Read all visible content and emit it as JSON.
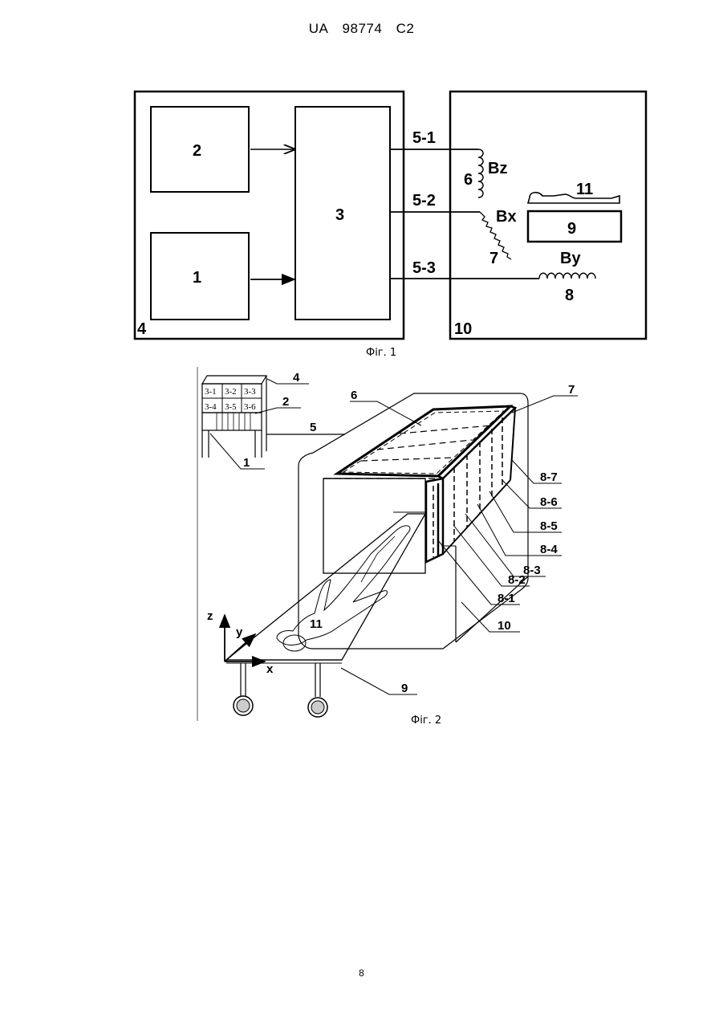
{
  "header": {
    "country": "UA",
    "number": "98774",
    "kind": "C2"
  },
  "fig1": {
    "caption": "Фіг. 1",
    "labels": {
      "block_2": "2",
      "block_1": "1",
      "block_3": "3",
      "frame_4": "4",
      "frame_10": "10",
      "line_5_1": "5-1",
      "line_5_2": "5-2",
      "line_5_3": "5-3",
      "coil_6": "6",
      "coil_7": "7",
      "coil_8": "8",
      "bz": "Bz",
      "bx": "Bx",
      "by": "By",
      "table_9": "9",
      "patient_11": "11"
    }
  },
  "fig2": {
    "caption": "Фіг. 2",
    "cells": [
      "3-1",
      "3-2",
      "3-3",
      "3-4",
      "3-5",
      "3-6"
    ],
    "labels": {
      "l4": "4",
      "l2": "2",
      "l1": "1",
      "l5": "5",
      "l6": "6",
      "l7": "7",
      "l8_7": "8-7",
      "l8_6": "8-6",
      "l8_5": "8-5",
      "l8_4": "8-4",
      "l8_3": "8-3",
      "l8_2": "8-2",
      "l8_1": "8-1",
      "l10": "10",
      "l9": "9",
      "l11": "11",
      "axis_z": "z",
      "axis_y": "y",
      "axis_x": "x"
    }
  },
  "page_number": "8"
}
